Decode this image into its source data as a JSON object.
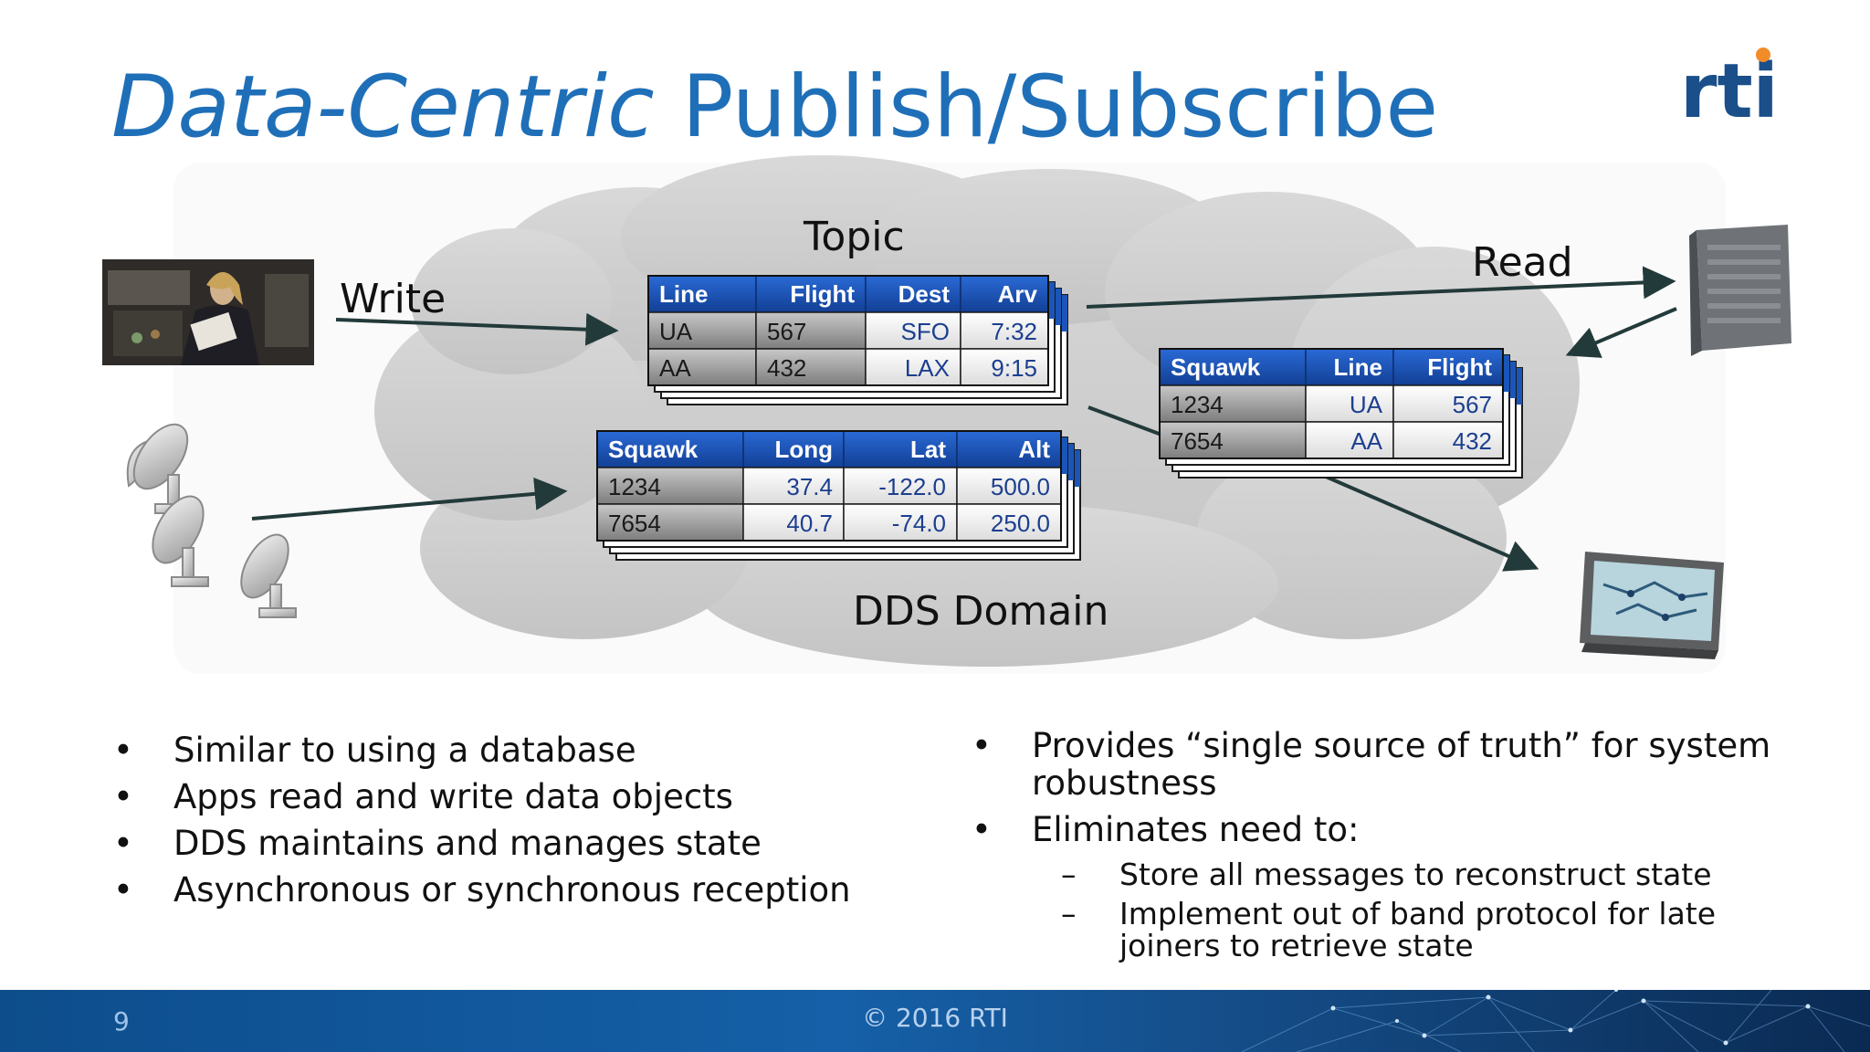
{
  "slide": {
    "title_italic": "Data-Centric",
    "title_rest": " Publish/Subscribe",
    "logo_text": "rti",
    "page_number": "9",
    "copyright": "© 2016 RTI"
  },
  "diagram": {
    "cloud_label": "DDS Domain",
    "topic_label": "Topic",
    "write_label": "Write",
    "read_label": "Read",
    "flight_table": {
      "headers": [
        "Line",
        "Flight",
        "Dest",
        "Arv"
      ],
      "rows": [
        [
          "UA",
          "567",
          "SFO",
          "7:32"
        ],
        [
          "AA",
          "432",
          "LAX",
          "9:15"
        ]
      ]
    },
    "radar_table": {
      "headers": [
        "Squawk",
        "Long",
        "Lat",
        "Alt"
      ],
      "rows": [
        [
          "1234",
          "37.4",
          "-122.0",
          "500.0"
        ],
        [
          "7654",
          "40.7",
          "-74.0",
          "250.0"
        ]
      ]
    },
    "squawk_table": {
      "headers": [
        "Squawk",
        "Line",
        "Flight"
      ],
      "rows": [
        [
          "1234",
          "UA",
          "567"
        ],
        [
          "7654",
          "AA",
          "432"
        ]
      ]
    }
  },
  "bullets_left": [
    "Similar to using a database",
    "Apps read and write data objects",
    "DDS maintains and manages state",
    "Asynchronous or synchronous reception"
  ],
  "bullets_right": [
    "Provides “single source of truth” for system robustness",
    "Eliminates need to:"
  ],
  "bullets_right_sub": [
    "Store all messages to reconstruct state",
    "Implement  out of band protocol for late joiners to retrieve state"
  ],
  "colors": {
    "title": "#1f6fb8",
    "table_header": "#1b55b8",
    "cloud": "#cfcfcf",
    "footer": "#0d4d8c",
    "logo_dot": "#f28c28"
  },
  "icons": [
    "pilot-photo",
    "radar-dishes-icon",
    "server-icon",
    "map-display-icon"
  ]
}
